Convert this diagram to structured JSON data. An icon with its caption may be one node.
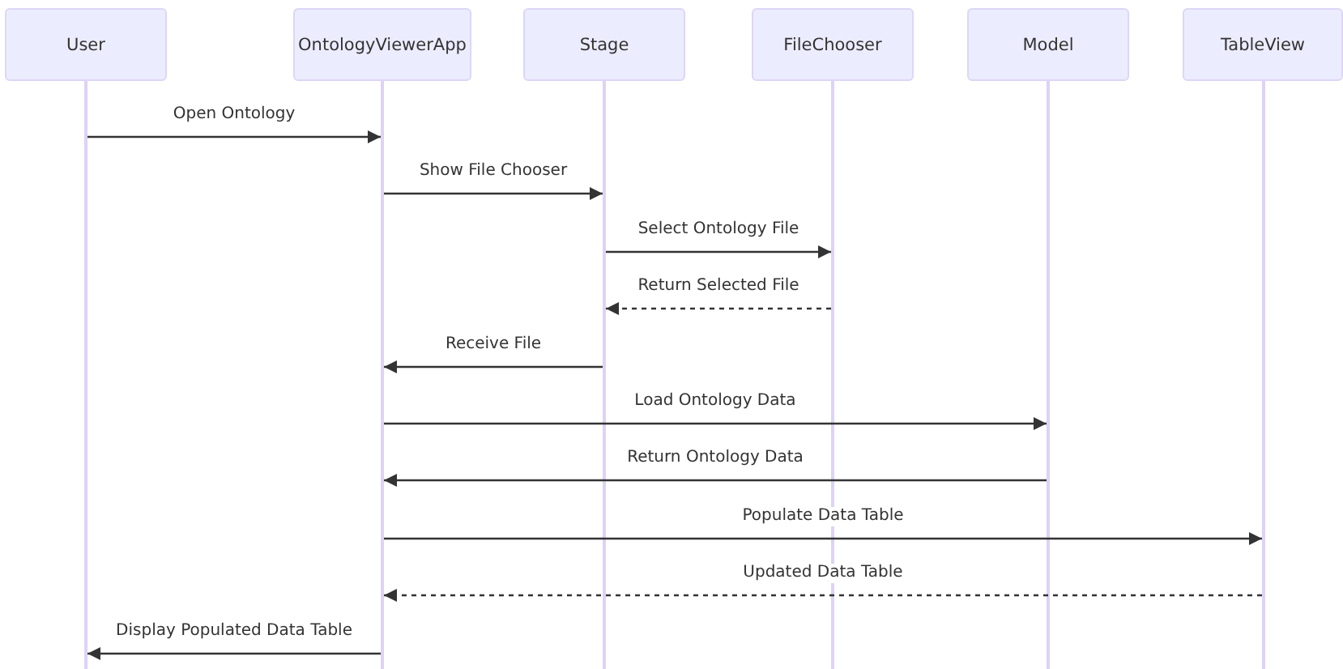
{
  "diagram": {
    "nodes": [
      {
        "text": [
          "User"
        ]
      },
      {
        "text": [
          "OntologyViewerApp"
        ]
      },
      {
        "text": [
          "Stage"
        ]
      },
      {
        "text": [
          "FileChooser"
        ]
      },
      {
        "text": [
          "Model"
        ]
      },
      {
        "text": [
          "TableView"
        ]
      },
      {
        "text": [],
        "shape": "bar"
      },
      {
        "text": [],
        "shape": "bar"
      },
      {
        "text": [],
        "shape": "bar"
      },
      {
        "text": [],
        "shape": "bar"
      },
      {
        "text": [],
        "shape": "bar"
      },
      {
        "text": [],
        "shape": "bar"
      }
    ],
    "edges": [
      {
        "from": 6,
        "to": 7,
        "arrow": "to",
        "label": "Open Ontology"
      },
      {
        "from": 7,
        "to": 8,
        "arrow": "to",
        "label": "Show File Chooser"
      },
      {
        "from": 8,
        "to": 9,
        "arrow": "to",
        "label": "Select Ontology File"
      },
      {
        "from": 9,
        "to": 8,
        "arrow": "to",
        "label": "Return Selected File",
        "style": "dashed"
      },
      {
        "from": 8,
        "to": 7,
        "arrow": "to",
        "label": "Receive File"
      },
      {
        "from": 7,
        "to": 10,
        "arrow": "to",
        "label": "Load Ontology Data"
      },
      {
        "from": 10,
        "to": 7,
        "arrow": "to",
        "label": "Return Ontology Data"
      },
      {
        "from": 7,
        "to": 11,
        "arrow": "to",
        "label": "Populate Data Table"
      },
      {
        "from": 11,
        "to": 7,
        "arrow": "to",
        "label": "Updated Data Table",
        "style": "dashed"
      },
      {
        "from": 7,
        "to": 6,
        "arrow": "to",
        "label": "Display Populated Data Table"
      }
    ]
  }
}
